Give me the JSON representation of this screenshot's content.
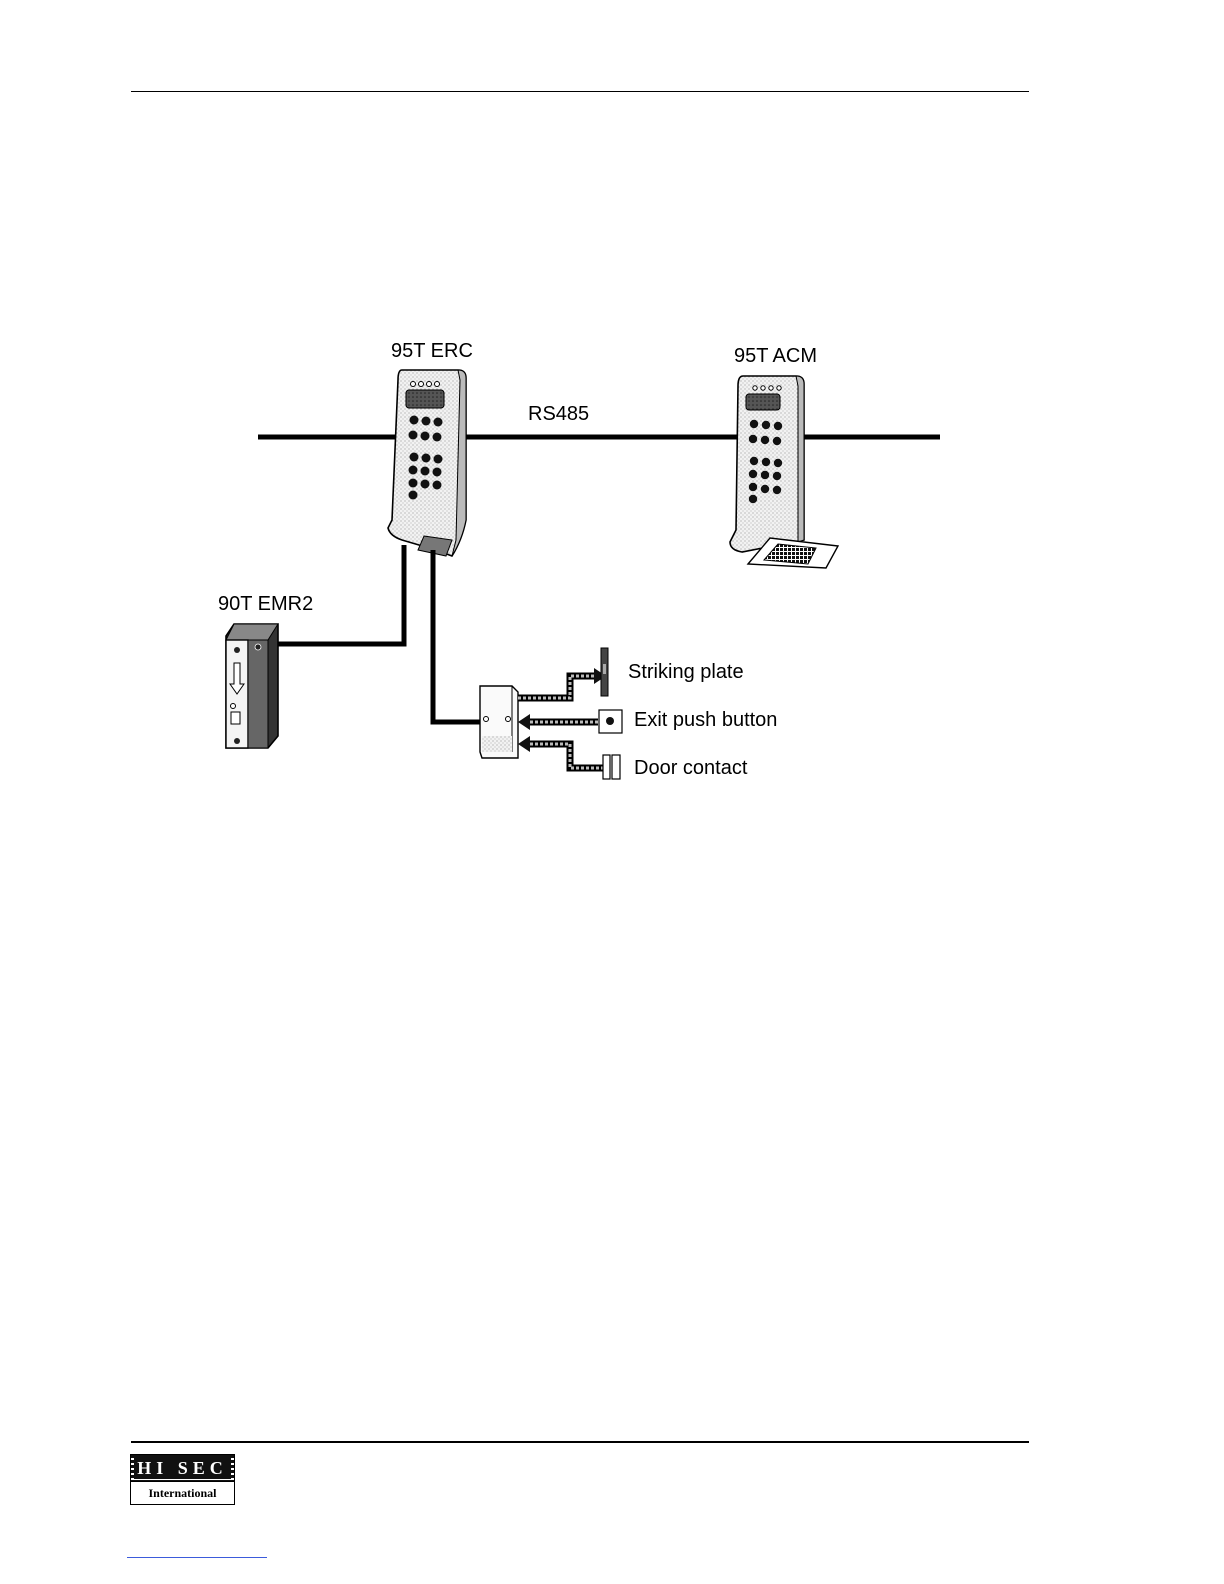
{
  "diagram": {
    "labels": {
      "controller": "95T ERC",
      "acm": "95T ACM",
      "bus": "RS485",
      "reader": "90T EMR2",
      "striking_plate": "Striking plate",
      "exit_button": "Exit push button",
      "door_contact": "Door contact"
    }
  },
  "logo": {
    "brand": "HI SEC",
    "sub": "International"
  }
}
